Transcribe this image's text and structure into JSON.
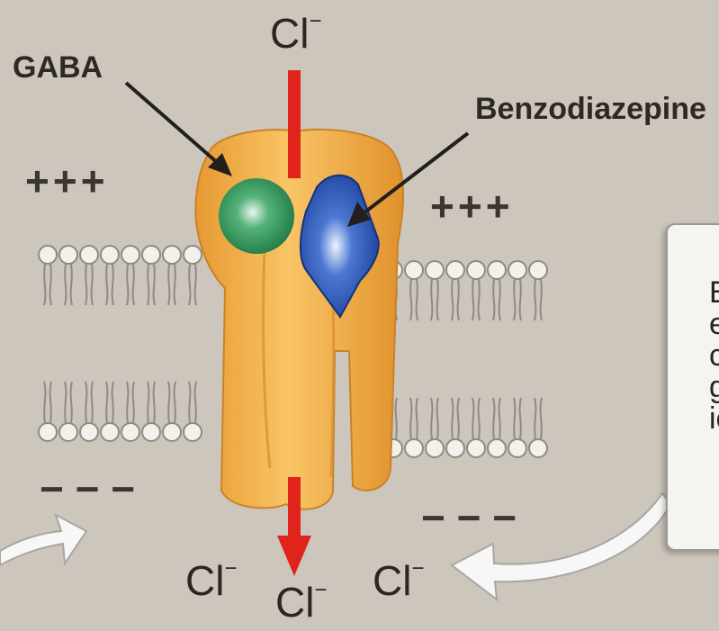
{
  "labels": {
    "cl_top": "Cl",
    "gaba": "GABA",
    "benzodiazepine": "Benzodiazepine",
    "cl_bottom_left": "Cl",
    "cl_bottom_center": "Cl",
    "cl_bottom_right": "Cl",
    "ion_charge": "−"
  },
  "charges": {
    "outside_left": "+++",
    "outside_right": "+++",
    "inside_left": "− − −",
    "inside_right": "− − −"
  },
  "callout": {
    "partial_lines": [
      "B",
      "e",
      "c",
      "g",
      "ic"
    ]
  },
  "colors": {
    "background": "#cdc6bc",
    "receptor": "#f2b24a",
    "gaba_ball": "#2f9a5a",
    "benzodiazepine_ball": "#2c58b8",
    "chloride_arrow": "#e0241b",
    "membrane": "#8e8a86"
  }
}
